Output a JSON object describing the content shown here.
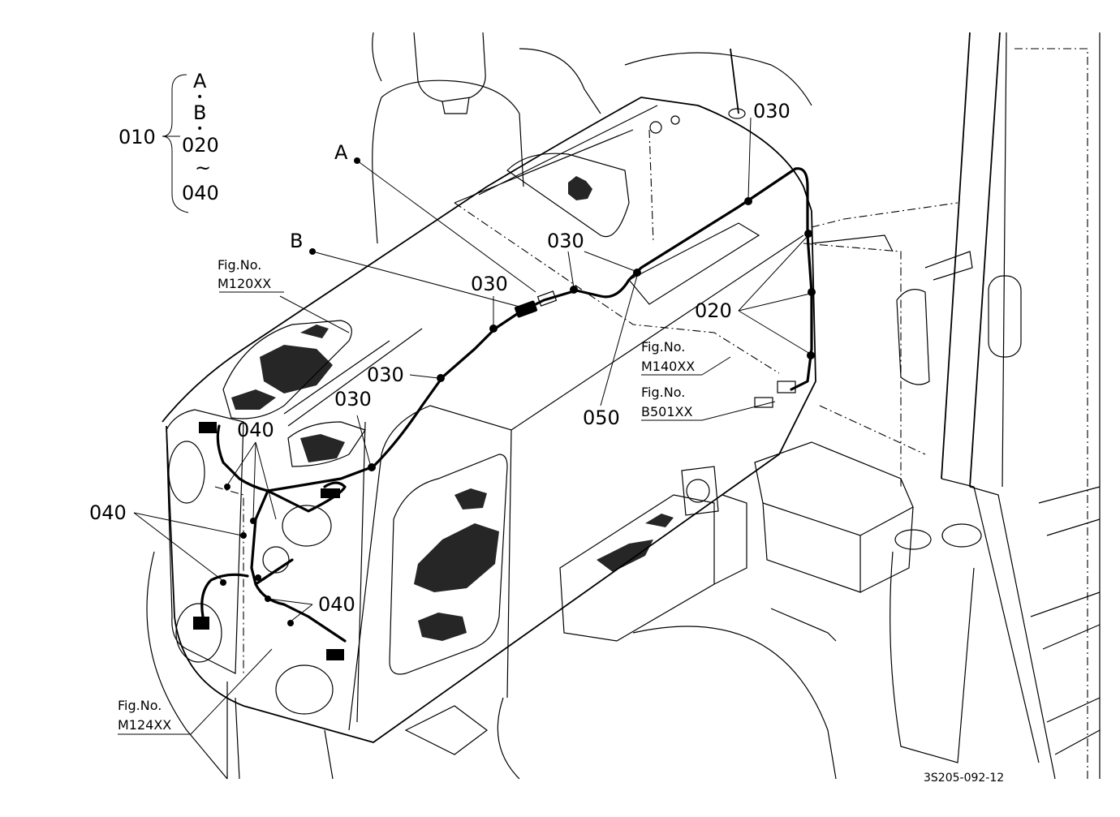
{
  "callouts": {
    "c010": "010",
    "bracket_a": "A",
    "bracket_dot1": "•",
    "bracket_b": "B",
    "bracket_dot2": "•",
    "bracket_020": "020",
    "bracket_tilde": "~",
    "bracket_040": "040",
    "point_a": "A",
    "point_b": "B",
    "c030_top": "030",
    "c030_mid_right": "030",
    "c030_mid": "030",
    "c030_left1": "030",
    "c030_left2": "030",
    "c020": "020",
    "c050": "050",
    "c040_front": "040",
    "c040_left": "040",
    "c040_bottom": "040"
  },
  "figure_refs": {
    "m120_title": "Fig.No.",
    "m120_code": "M120XX",
    "m140_title": "Fig.No.",
    "m140_code": "M140XX",
    "b501_title": "Fig.No.",
    "b501_code": "B501XX",
    "m124_title": "Fig.No.",
    "m124_code": "M124XX"
  },
  "drawing_number": "3S205-092-12"
}
